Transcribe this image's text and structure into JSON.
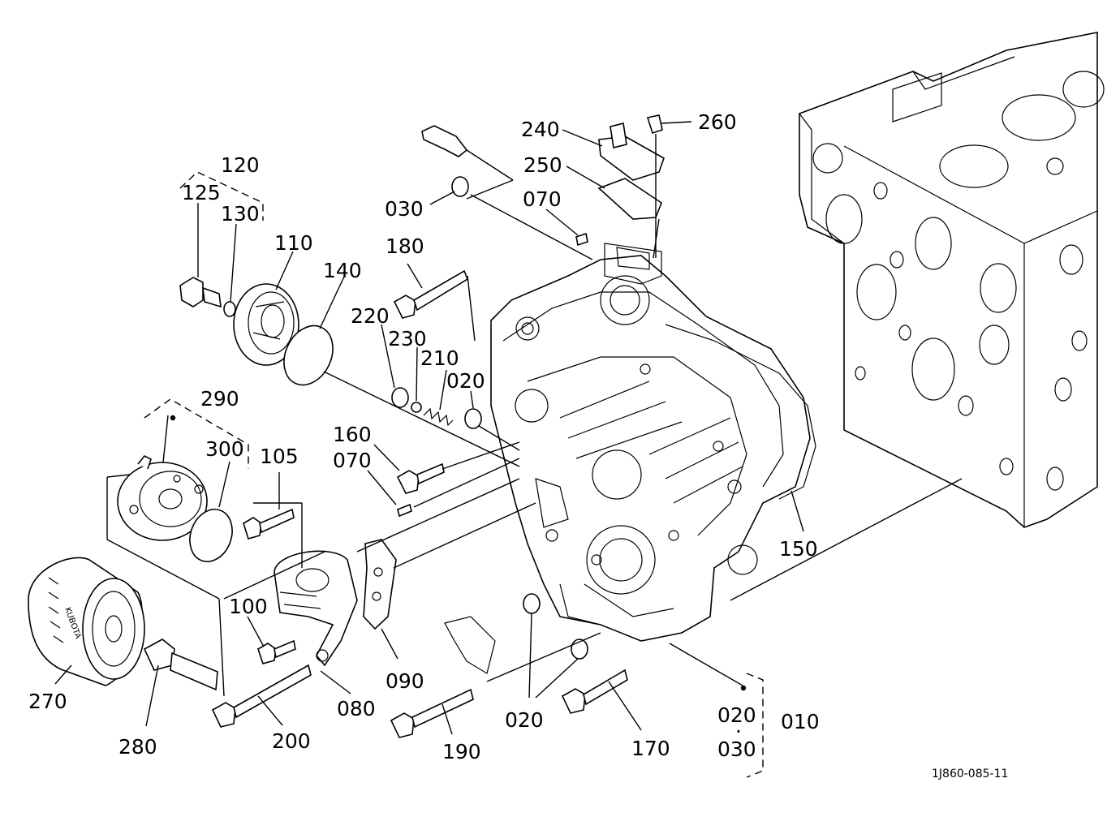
{
  "diagram": {
    "reference_code": "1J860-085-11",
    "callouts": {
      "c010": "010",
      "c020_a": "020",
      "c020_b": "020",
      "c020_c": "020",
      "c030_a": "030",
      "c030_b": "030",
      "c070_a": "070",
      "c070_b": "070",
      "c080": "080",
      "c090": "090",
      "c100": "100",
      "c105": "105",
      "c110": "110",
      "c120": "120",
      "c125": "125",
      "c130": "130",
      "c140": "140",
      "c150": "150",
      "c160": "160",
      "c170": "170",
      "c180": "180",
      "c190": "190",
      "c200": "200",
      "c210": "210",
      "c220": "220",
      "c230": "230",
      "c240": "240",
      "c250": "250",
      "c260": "260",
      "c270": "270",
      "c280": "280",
      "c290": "290",
      "c300": "300",
      "kit_dot": "·"
    },
    "filter_brand_text": "KUBOTA"
  }
}
